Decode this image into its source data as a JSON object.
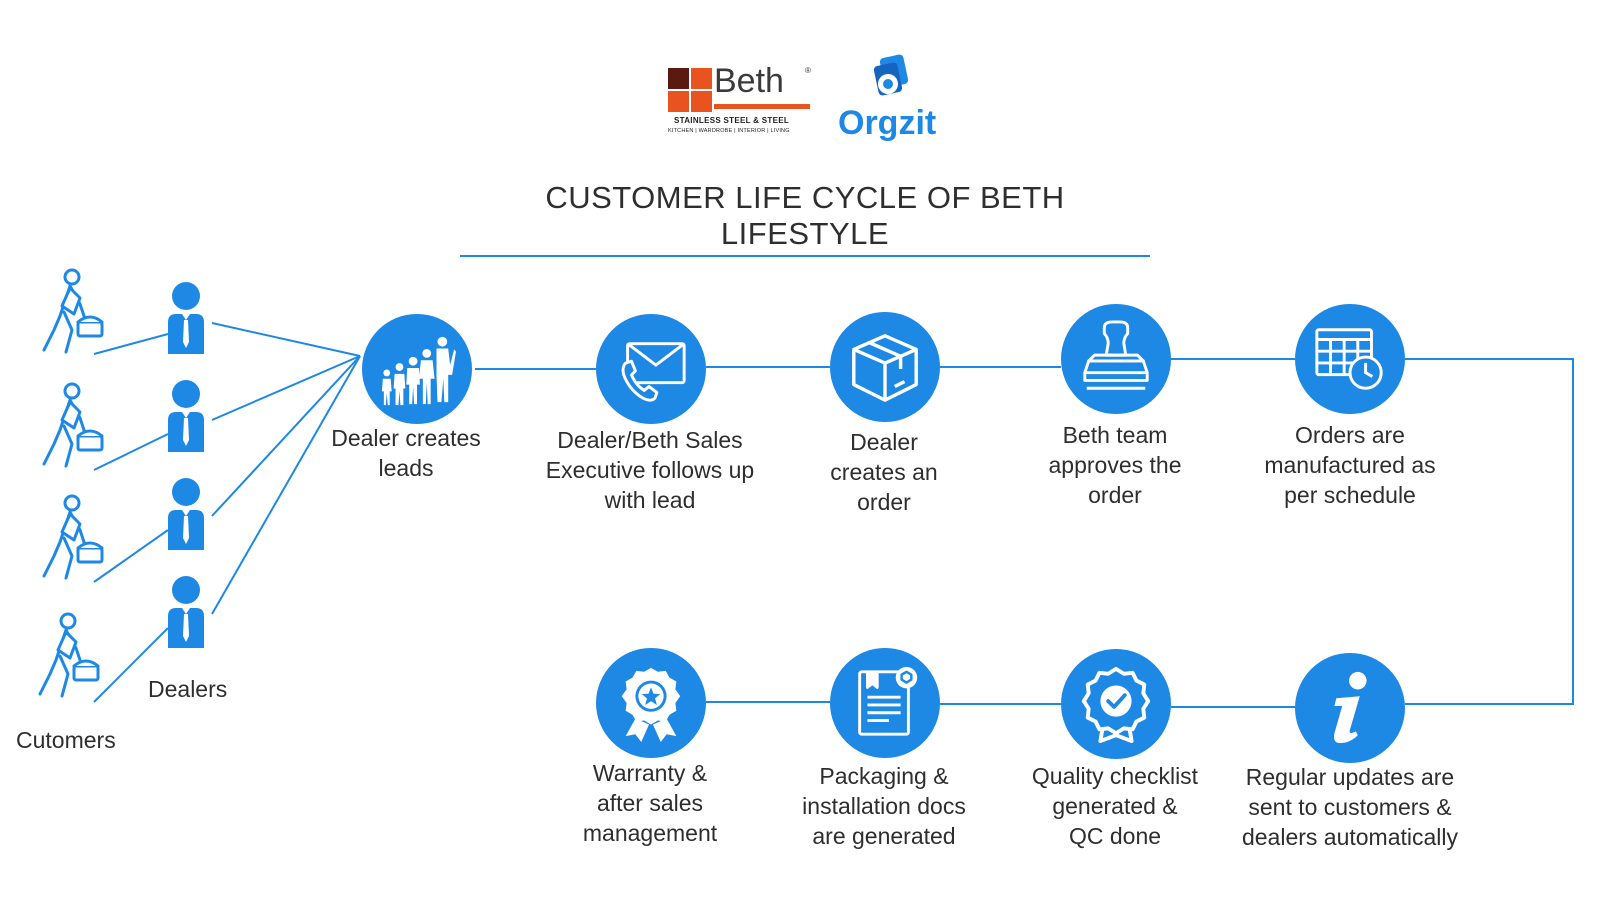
{
  "logos": {
    "beth": {
      "name": "Beth",
      "registered": "®",
      "tagline": "STAINLESS STEEL & STEEL",
      "subtagline": "KITCHEN | WARDROBE | INTERIOR | LIVING",
      "colors": [
        "#5a1a12",
        "#e8531f"
      ]
    },
    "orgzit": {
      "name": "Orgzit",
      "color": "#1e88e5"
    }
  },
  "title": "CUSTOMER LIFE CYCLE OF BETH LIFESTYLE",
  "colors": {
    "accent": "#1e88e5",
    "text": "#2e2e2e"
  },
  "actors": {
    "customers_label": "Cutomers",
    "dealers_label": "Dealers"
  },
  "steps": [
    {
      "icon": "crowd-icon",
      "label_lines": [
        "Dealer creates",
        "leads"
      ]
    },
    {
      "icon": "envelope-phone-icon",
      "label_lines": [
        "Dealer/Beth Sales",
        "Executive follows up",
        "with lead"
      ]
    },
    {
      "icon": "box-icon",
      "label_lines": [
        "Dealer",
        "creates an",
        "order"
      ]
    },
    {
      "icon": "stamp-icon",
      "label_lines": [
        "Beth team",
        "approves the",
        "order"
      ]
    },
    {
      "icon": "calendar-clock-icon",
      "label_lines": [
        "Orders are",
        "manufactured as",
        "per schedule"
      ]
    },
    {
      "icon": "info-icon",
      "label_lines": [
        "Regular updates are",
        "sent to customers &",
        "dealers automatically"
      ]
    },
    {
      "icon": "quality-check-icon",
      "label_lines": [
        "Quality checklist",
        "generated &",
        "QC done"
      ]
    },
    {
      "icon": "document-icon",
      "label_lines": [
        "Packaging &",
        "installation docs",
        "are generated"
      ]
    },
    {
      "icon": "award-ribbon-icon",
      "label_lines": [
        "Warranty &",
        "after sales",
        "management"
      ]
    }
  ]
}
